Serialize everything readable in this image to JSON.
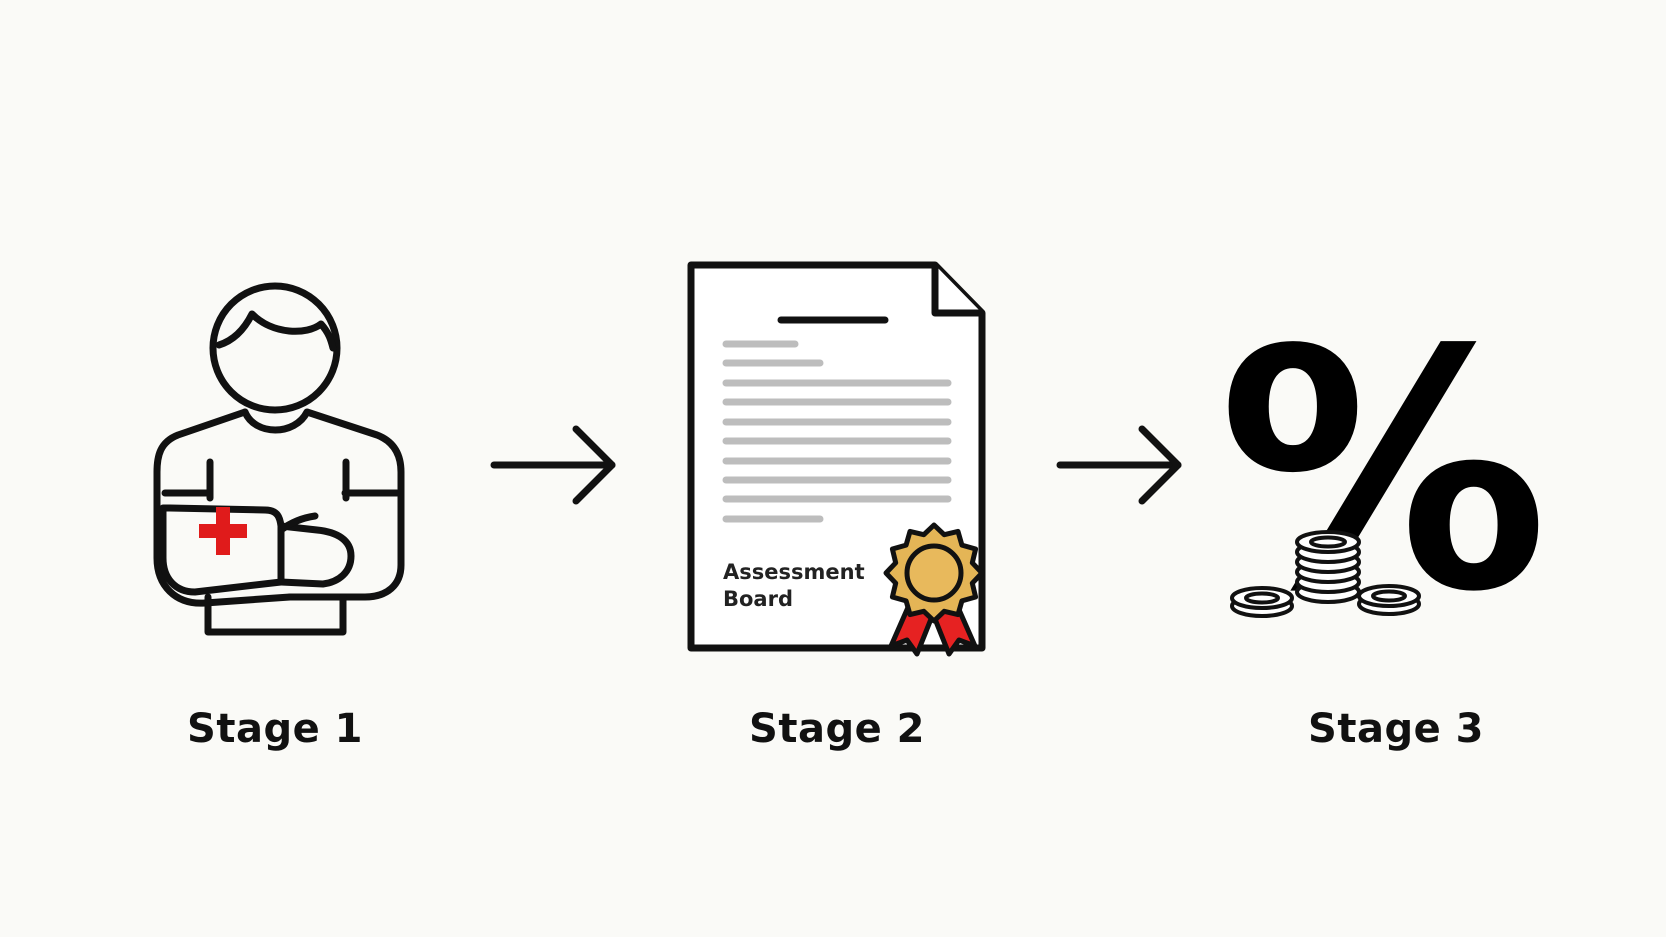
{
  "stages": [
    {
      "label": "Stage 1",
      "icon": "injured-person-icon"
    },
    {
      "label": "Stage 2",
      "icon": "assessment-document-icon",
      "document_text": [
        "Assessment",
        "Board"
      ]
    },
    {
      "label": "Stage 3",
      "icon": "percent-coins-icon",
      "glyph": "%"
    }
  ],
  "connectors": [
    "arrow-right-icon",
    "arrow-right-icon"
  ],
  "colors": {
    "background": "#fafaf7",
    "stroke": "#111111",
    "cross": "#e01b1b",
    "seal": "#e4b556",
    "ribbon": "#e62222",
    "text_lines": "#bdbdbd"
  }
}
